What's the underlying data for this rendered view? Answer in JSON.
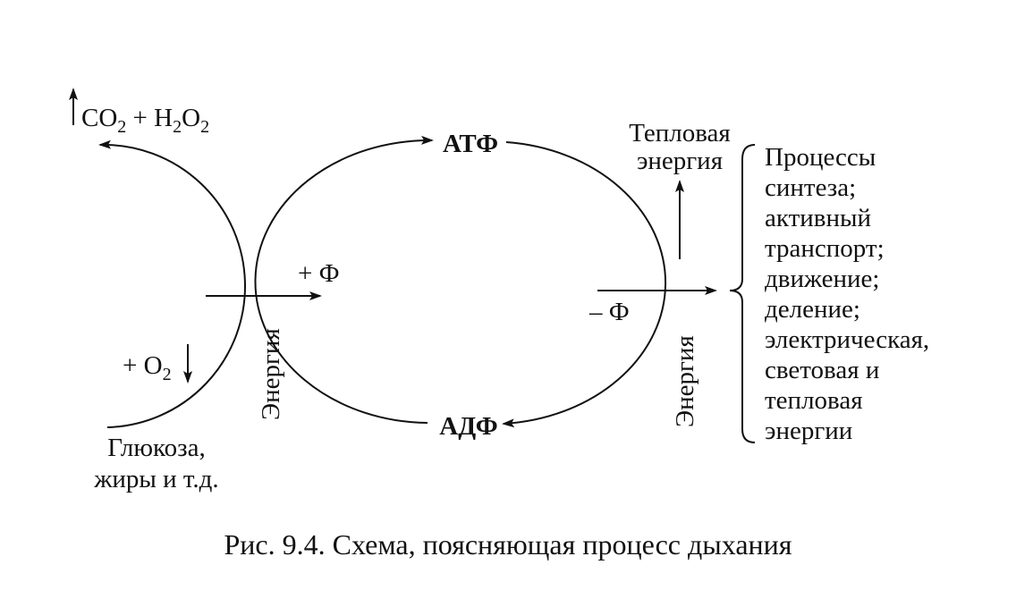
{
  "labels": {
    "co2": "CO",
    "plus_h2o2": " + H",
    "o2_out": "O",
    "sub2": "2",
    "glucose_line1": "Глюкоза,",
    "glucose_line2": "жиры и т.д.",
    "plus_o2": "+ O",
    "energy_left": "Энергия",
    "plus_phi": "+ Ф",
    "atf": "АТФ",
    "adf": "АДФ",
    "minus_phi": "– Ф",
    "energy_right": "Энергия",
    "heat_line1": "Тепловая",
    "heat_line2": "энергия"
  },
  "processes": [
    "Процессы",
    "синтеза;",
    "активный",
    "транспорт;",
    "движение;",
    "деление;",
    "электрическая,",
    "световая и",
    "тепловая",
    "энергии"
  ],
  "caption": "Рис. 9.4. Схема, поясняющая процесс дыхания"
}
